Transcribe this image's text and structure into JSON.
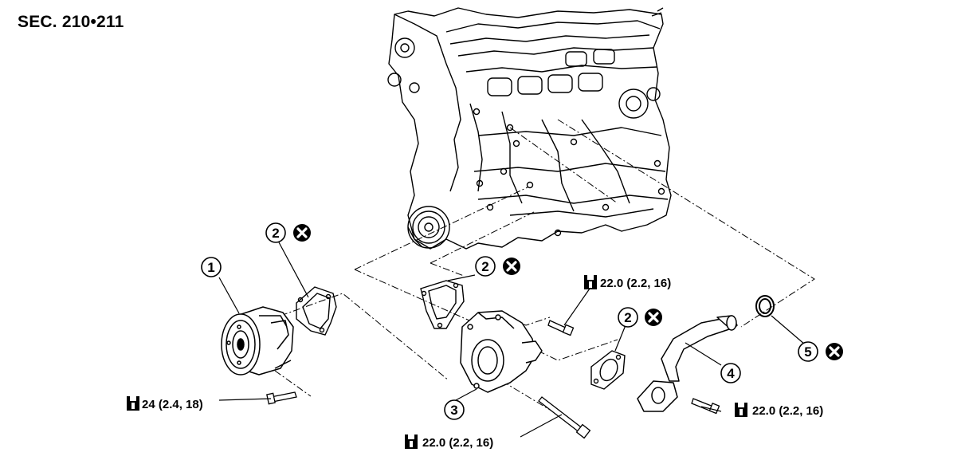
{
  "section_label": "SEC. 210•211",
  "callouts": [
    {
      "id": "part-1",
      "number": "1"
    },
    {
      "id": "part-2a",
      "number": "2"
    },
    {
      "id": "part-2b",
      "number": "2"
    },
    {
      "id": "part-2c",
      "number": "2"
    },
    {
      "id": "part-3",
      "number": "3"
    },
    {
      "id": "part-4",
      "number": "4"
    },
    {
      "id": "part-5",
      "number": "5"
    }
  ],
  "torque_specs": [
    {
      "id": "torque-water-pump-bolt",
      "text": "24 (2.4, 18)"
    },
    {
      "id": "torque-housing-bolt-upper",
      "text": "22.0 (2.2, 16)"
    },
    {
      "id": "torque-housing-bolt-lower",
      "text": "22.0 (2.2, 16)"
    },
    {
      "id": "torque-pipe-bolt",
      "text": "22.0 (2.2, 16)"
    }
  ],
  "symbols": {
    "do_not_reuse": "x-circle-icon",
    "tightening_torque": "torque-wrench-icon"
  }
}
